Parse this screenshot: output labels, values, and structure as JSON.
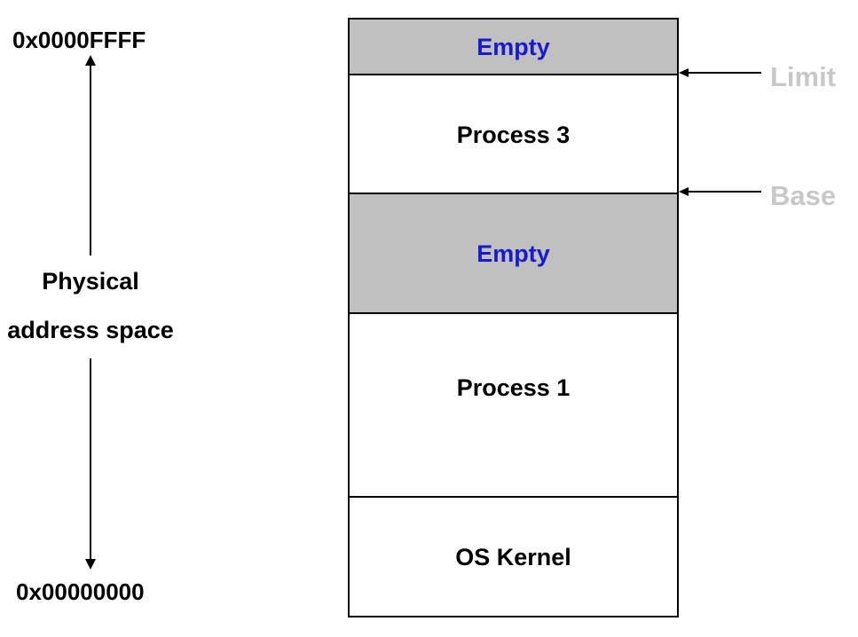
{
  "address_axis": {
    "top_address": "0x0000FFFF",
    "bottom_address": "0x00000000",
    "caption_line1": "Physical",
    "caption_line2": "address space"
  },
  "memory_segments": [
    {
      "label": "Empty",
      "kind": "empty"
    },
    {
      "label": "Process 3",
      "kind": "process"
    },
    {
      "label": "Empty",
      "kind": "empty"
    },
    {
      "label": "Process 1",
      "kind": "process"
    },
    {
      "label": "OS Kernel",
      "kind": "process"
    }
  ],
  "registers": {
    "limit_label": "Limit",
    "base_label": "Base"
  },
  "colors": {
    "empty_fill": "#c0c0c0",
    "empty_text": "#1a1ac8",
    "register_label": "#c8c8c8",
    "line": "#000000"
  }
}
